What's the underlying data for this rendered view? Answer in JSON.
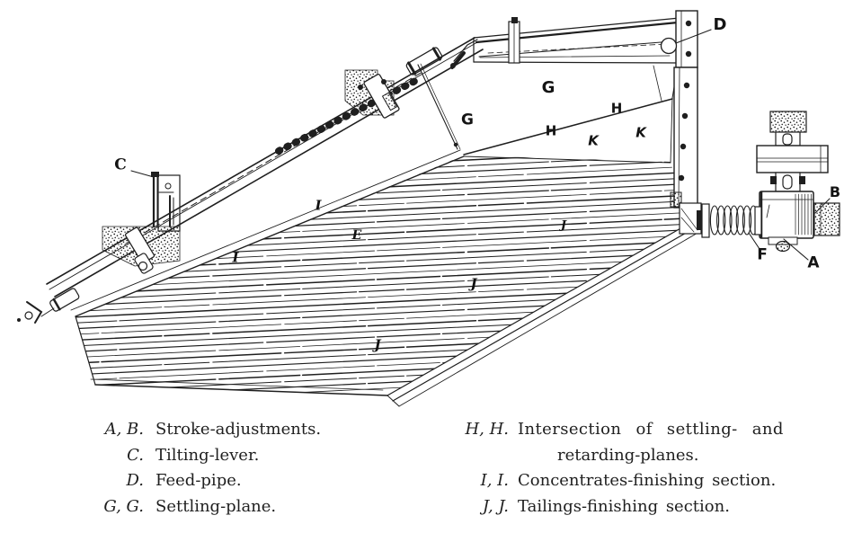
{
  "figure": {
    "description": "Side elevation engraving of a concentrating table",
    "ink_color": "#1f1f1f",
    "paper_color": "#ffffff"
  },
  "part_labels": {
    "a": "A",
    "b": "B",
    "c": "C",
    "d": "D",
    "f": "F",
    "g_upper": "G",
    "g_lower": "G",
    "h_right": "H",
    "h_left": "H",
    "k_left": "K",
    "k_right": "K",
    "i_upper": "I",
    "i_lower": "I",
    "e_mid": "E",
    "j_upper": "J",
    "j_mid": "J",
    "j_lower": "J"
  },
  "legend": {
    "left_column": [
      {
        "keys": "A, B.",
        "text": "Stroke-adjustments."
      },
      {
        "keys": "C.",
        "text": "Tilting-lever."
      },
      {
        "keys": "D.",
        "text": "Feed-pipe."
      },
      {
        "keys": "G, G.",
        "text": "Settling-plane."
      }
    ],
    "right_column": [
      {
        "keys": "H, H.",
        "text": "Intersection of settling- and",
        "text_line2": "retarding-planes."
      },
      {
        "keys": "I, I.",
        "text": "Concentrates-finishing section."
      },
      {
        "keys": "J, J.",
        "text": "Tailings-finishing section."
      }
    ]
  }
}
